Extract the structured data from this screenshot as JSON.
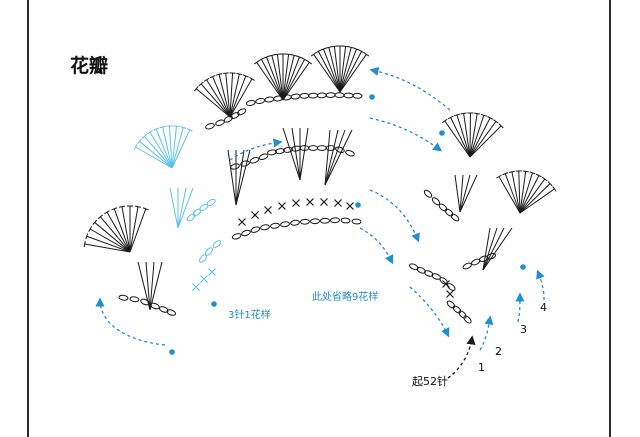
{
  "title": "花瓣",
  "note_repeat": "3针1花样",
  "note_omit": "此处省略9花样",
  "start_label": "起52针",
  "row_numbers": [
    "1",
    "2",
    "3",
    "4"
  ],
  "colors": {
    "line": "#1a1a1a",
    "blue": "#1f8fd0",
    "light_blue": "#5cc3e8",
    "frame": "#2a2a2a"
  },
  "symbols": {
    "chain": "chain-oval",
    "single_crochet": "x-mark",
    "double_crochet": "t-stitch",
    "dot": "dot-marker"
  }
}
